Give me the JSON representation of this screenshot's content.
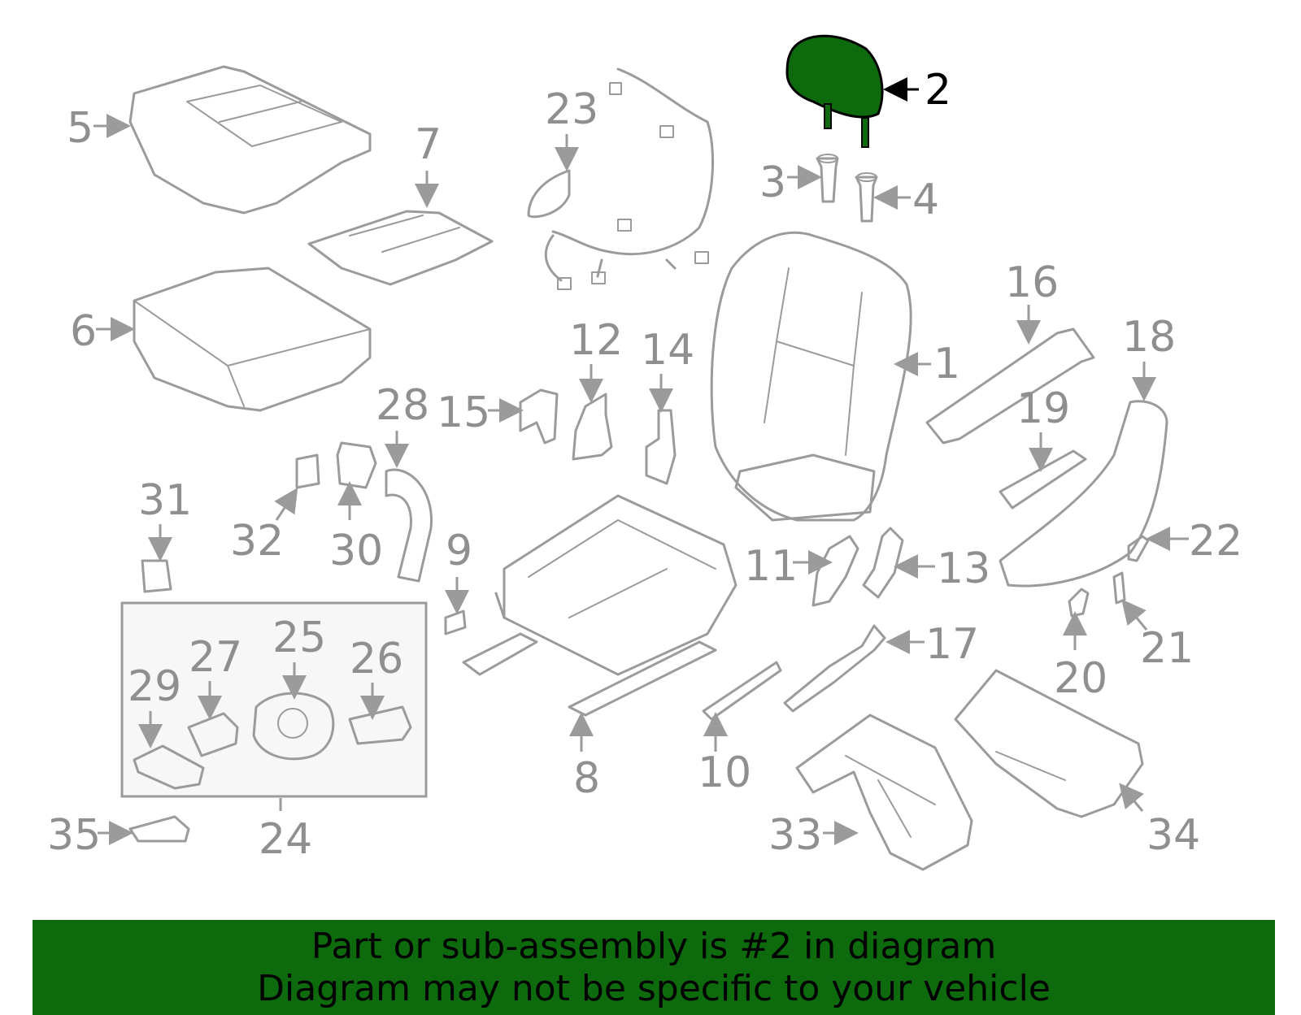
{
  "diagram": {
    "highlight_color": "#0d6b0d",
    "part_color": "#9b9b9b",
    "highlighted_part": "2",
    "callouts": [
      "1",
      "2",
      "3",
      "4",
      "5",
      "6",
      "7",
      "8",
      "9",
      "10",
      "11",
      "12",
      "13",
      "14",
      "15",
      "16",
      "17",
      "18",
      "19",
      "20",
      "21",
      "22",
      "23",
      "24",
      "25",
      "26",
      "27",
      "28",
      "29",
      "30",
      "31",
      "32",
      "33",
      "34",
      "35"
    ]
  },
  "footer": {
    "line1": "Part or sub-assembly is #2 in diagram",
    "line2": "Diagram may not be specific to your vehicle",
    "background": "#0d6b0d"
  }
}
